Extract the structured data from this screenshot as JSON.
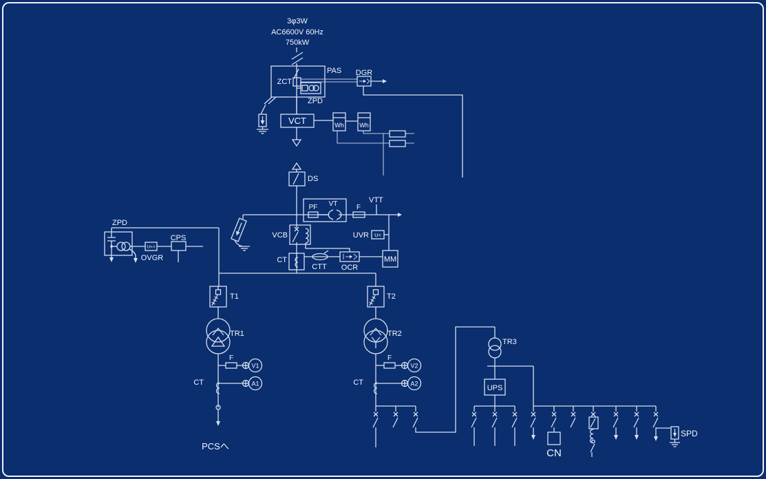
{
  "diagram": {
    "type": "single-line-electrical-diagram",
    "colors": {
      "background": "#0a2e6e",
      "line": "#d9e1f2",
      "text": "#f4f7ff",
      "border": "#eef2fb"
    },
    "incoming": {
      "phase": "3φ3W",
      "voltage": "AC6600V 60Hz",
      "power": "750kW"
    },
    "labels": {
      "pas": "PAS",
      "zct": "ZCT",
      "zpd_pas": "ZPD",
      "dgr": "DGR",
      "vct": "VCT",
      "wh1": "Wh",
      "wh2": "Wh",
      "ds": "DS",
      "pf": "PF",
      "vt": "VT",
      "fuse_vt": "F",
      "vtt": "VTT",
      "vcb": "VCB",
      "uvr": "UVR",
      "mm": "MM",
      "ct_main": "CT",
      "ctt": "CTT",
      "ocr": "OCR",
      "zpd_left": "ZPD",
      "ovgr": "OVGR",
      "cps": "CPS",
      "t1": "T1",
      "tr1": "TR1",
      "fuse_t1": "F",
      "v1": "V1",
      "a1": "A1",
      "ct1": "CT",
      "pcs": "PCSへ",
      "t2": "T2",
      "tr2": "TR2",
      "fuse_t2": "F",
      "v2": "V2",
      "a2": "A2",
      "ct2": "CT",
      "tr3": "TR3",
      "ups": "UPS",
      "cn": "CN",
      "spd": "SPD"
    },
    "relay_symbols": {
      "uvr": "U<",
      "ovgr": "U+>"
    }
  }
}
